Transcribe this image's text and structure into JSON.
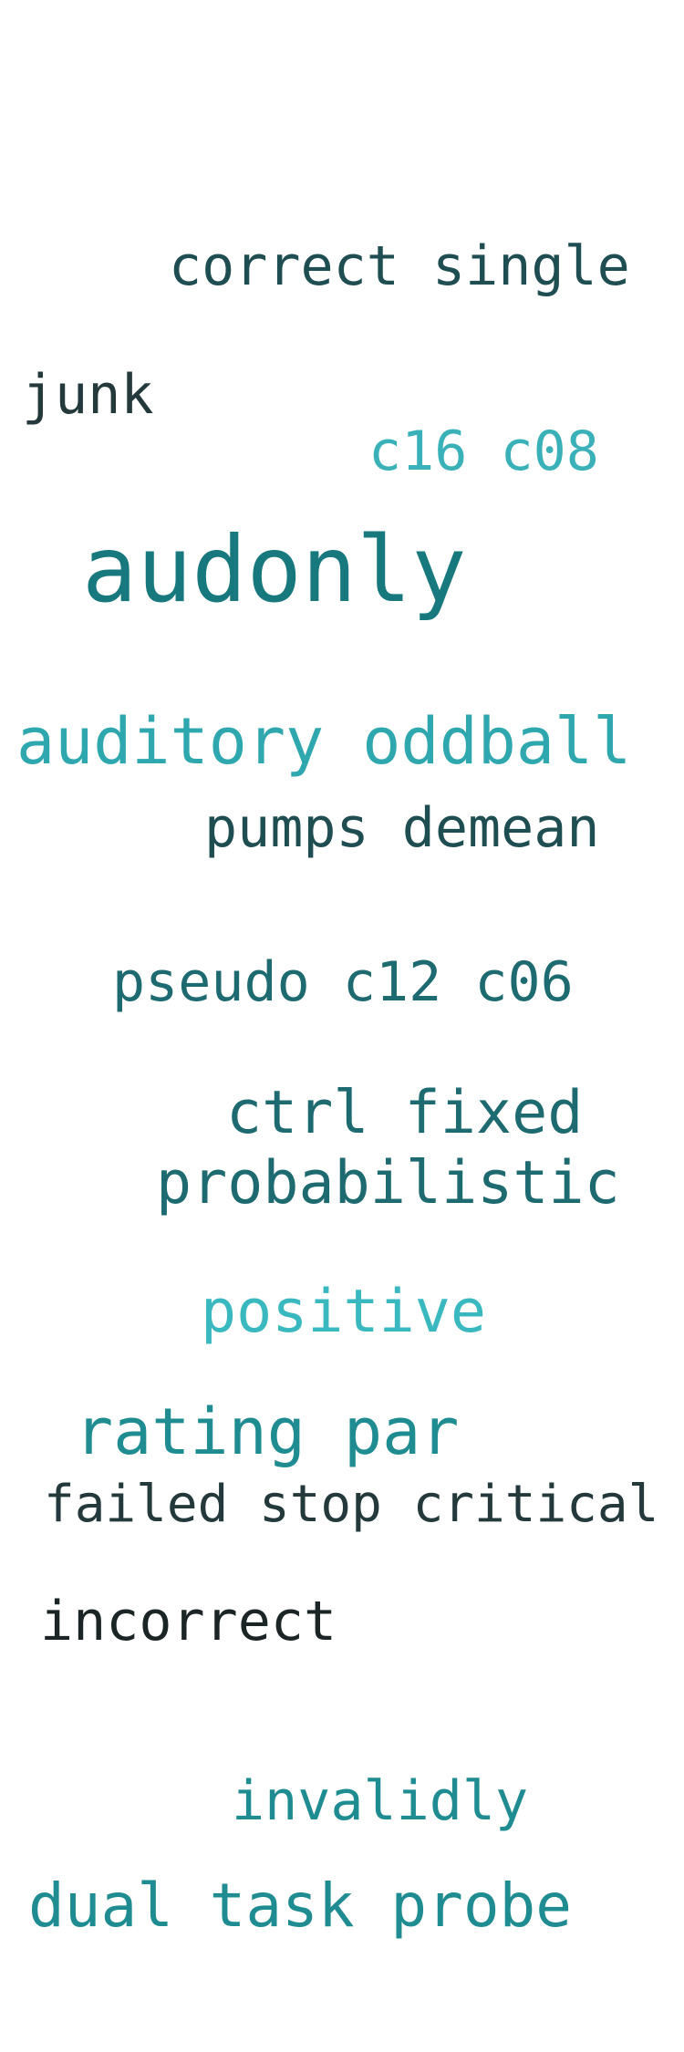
{
  "words": [
    {
      "text": "correct single",
      "color": "#1f4e52"
    },
    {
      "text": "junk",
      "color": "#23393b"
    },
    {
      "text": "c16 c08",
      "color": "#3ab1b8"
    },
    {
      "text": "audonly",
      "color": "#17787d"
    },
    {
      "text": "auditory oddball",
      "color": "#2fa7af"
    },
    {
      "text": "pumps demean",
      "color": "#1f4e52"
    },
    {
      "text": "pseudo c12 c06",
      "color": "#1d6a70"
    },
    {
      "text": "ctrl fixed",
      "color": "#1d6a70"
    },
    {
      "text": "probabilistic",
      "color": "#1d6a70"
    },
    {
      "text": "positive",
      "color": "#3ab8c0"
    },
    {
      "text": "rating par",
      "color": "#1f8c92"
    },
    {
      "text": "failed stop critical",
      "color": "#23393b"
    },
    {
      "text": "incorrect",
      "color": "#1b2526"
    },
    {
      "text": "invalidly",
      "color": "#1f8c92"
    },
    {
      "text": "dual task probe",
      "color": "#1f8c92"
    }
  ]
}
